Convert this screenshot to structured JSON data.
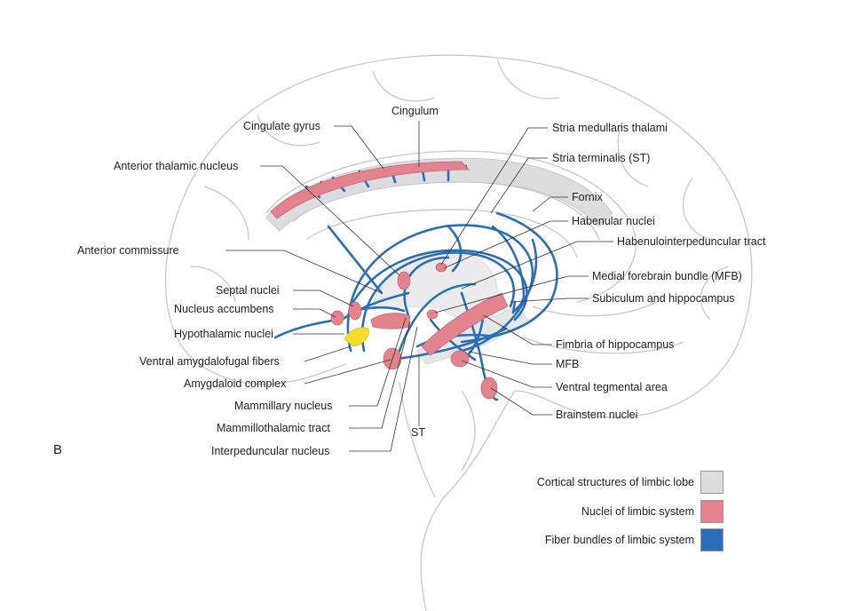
{
  "panel_letter": "B",
  "colors": {
    "cortical": "#dcdce0",
    "nuclei": "#e3838e",
    "fiber": "#2a6fb5",
    "yellow": "#f2dc2c",
    "outline": "#c8c8c8"
  },
  "labels": {
    "cingulum": "Cingulum",
    "cingulate_gyrus": "Cingulate gyrus",
    "anterior_thalamic_nucleus": "Anterior thalamic nucleus",
    "anterior_commissure": "Anterior commissure",
    "septal_nuclei": "Septal nuclei",
    "nucleus_accumbens": "Nucleus accumbens",
    "hypothalamic_nuclei": "Hypothalamic nuclei",
    "ventral_amygdalofugal_fibers": "Ventral amygdalofugal fibers",
    "amygdaloid_complex": "Amygdaloid complex",
    "mammillary_nucleus": "Mammillary nucleus",
    "mammillothalamic_tract": "Mammillothalamic tract",
    "interpeduncular_nucleus": "Interpeduncular nucleus",
    "st_bottom": "ST",
    "stria_medullaris_thalami": "Stria medullaris thalami",
    "stria_terminalis": "Stria terminalis (ST)",
    "fornix": "Fornix",
    "habenular_nuclei": "Habenular nuclei",
    "habenulointerpeduncular_tract": "Habenulointerpeduncular tract",
    "medial_forebrain_bundle": "Medial forebrain bundle (MFB)",
    "subiculum_hippocampus": "Subiculum and hippocampus",
    "fimbria_hippocampus": "Fimbria of hippocampus",
    "mfb": "MFB",
    "ventral_tegmental_area": "Ventral tegmental area",
    "brainstem_nuclei": "Brainstem nuclei"
  },
  "legend": [
    {
      "label": "Cortical structures of limbic lobe",
      "color": "#dcdce0"
    },
    {
      "label": "Nuclei of limbic system",
      "color": "#e3838e"
    },
    {
      "label": "Fiber bundles of limbic system",
      "color": "#2a6fb5"
    }
  ]
}
